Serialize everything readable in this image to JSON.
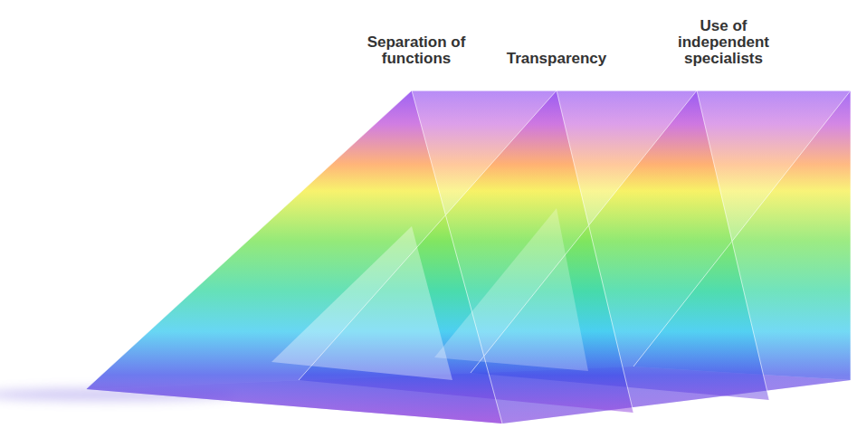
{
  "diagram": {
    "labels": [
      "Separation of functions",
      "Transparency",
      "Use of independent specialists"
    ]
  }
}
